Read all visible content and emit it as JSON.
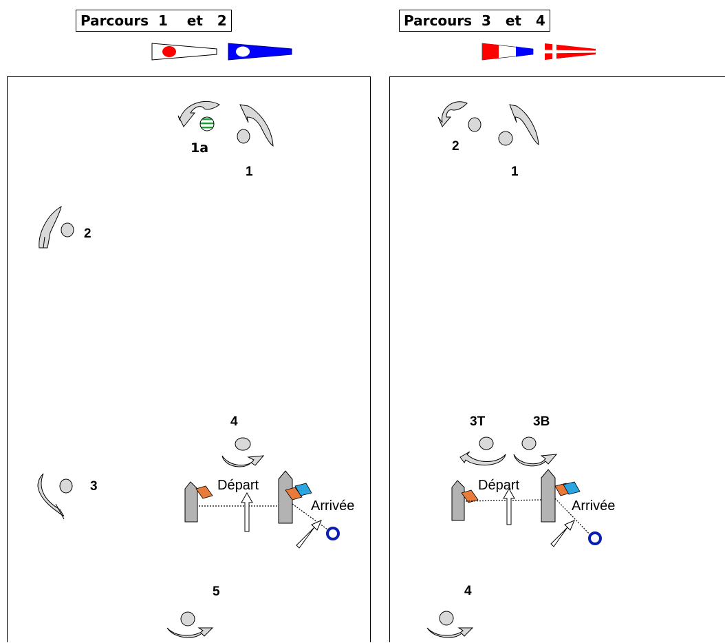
{
  "header": {
    "left_title": "Parcours  1    et   2",
    "right_title": "Parcours  3   et   4"
  },
  "flags": {
    "left": [
      "pennant-1",
      "pennant-2"
    ],
    "right": [
      "pennant-3",
      "pennant-4"
    ],
    "colors": {
      "red": "#ff0000",
      "blue": "#0000ff",
      "white": "#ffffff"
    }
  },
  "course_left": {
    "marks": [
      "1a",
      "1",
      "2",
      "3",
      "4",
      "5"
    ],
    "start_label": "Départ",
    "finish_label": "Arrivée"
  },
  "course_right": {
    "marks": [
      "2",
      "1",
      "3T",
      "3B",
      "4"
    ],
    "start_label": "Départ",
    "finish_label": "Arrivée"
  },
  "colors": {
    "buoy_fill": "#d9d9d9",
    "arrow_fill": "#bfbfbf",
    "committee_boat": "#b3b3b3",
    "orange_flag": "#e87a3a",
    "blue_flag": "#2aa5e0",
    "finish_buoy": "#0a1fb0",
    "green_stripe": "#1f9a3a"
  }
}
